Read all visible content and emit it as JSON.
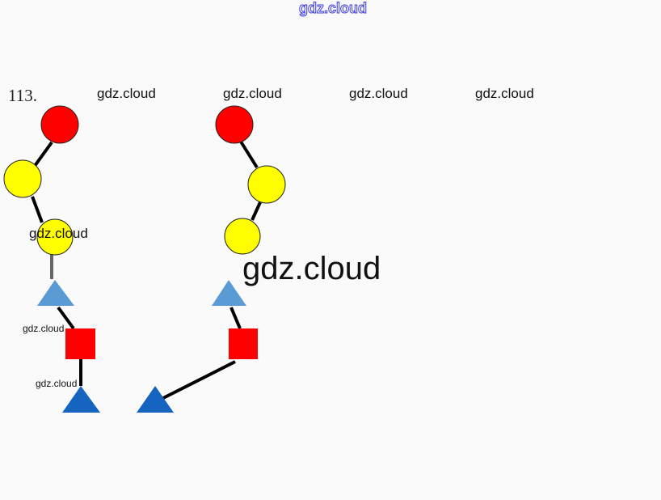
{
  "watermarks": {
    "top": "gdz.cloud",
    "row": [
      "gdz.cloud",
      "gdz.cloud",
      "gdz.cloud",
      "gdz.cloud"
    ],
    "mid": "gdz.cloud",
    "big": "gdz.cloud",
    "small1": "gdz.cloud",
    "small2": "gdz.cloud"
  },
  "problem_number": "113.",
  "colors": {
    "red": "#ff0000",
    "yellow": "#ffff00",
    "blue": "#1565c0",
    "light_blue": "#5b9bd5"
  }
}
